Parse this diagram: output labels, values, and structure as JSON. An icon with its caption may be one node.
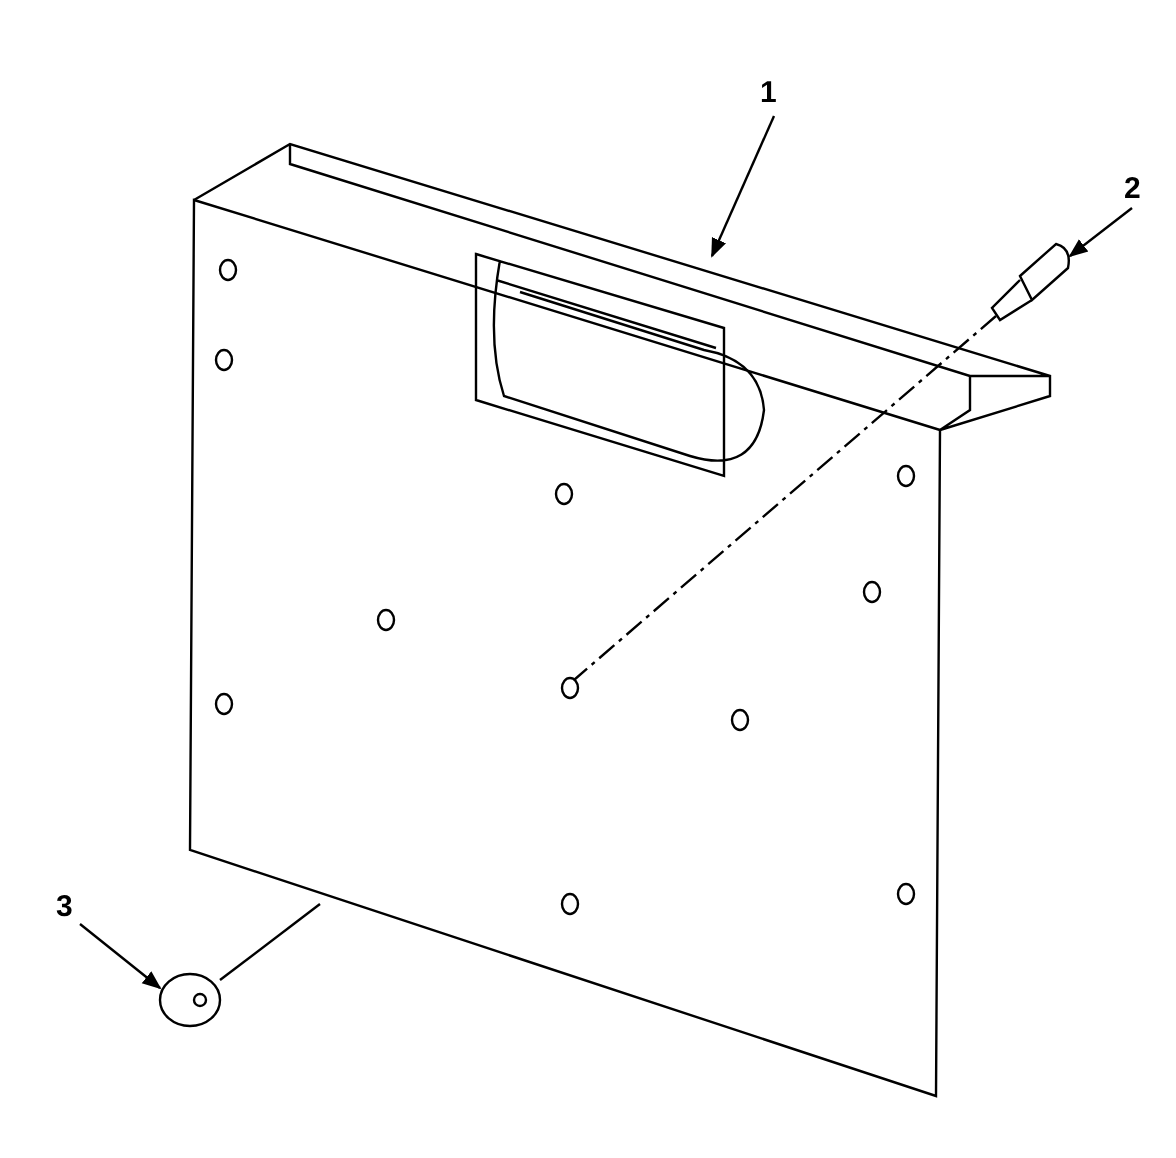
{
  "diagram": {
    "nodes": [
      {
        "text": [
          "1"
        ]
      },
      {
        "text": [],
        "shape": "picture"
      },
      {
        "text": [
          "2"
        ]
      },
      {
        "text": [],
        "shape": "picture"
      },
      {
        "text": [
          "3"
        ]
      },
      {
        "text": [],
        "shape": "picture"
      }
    ],
    "edges": [
      {
        "from": 0,
        "to": 1,
        "arrow": "to"
      },
      {
        "from": 2,
        "to": 3,
        "arrow": "to"
      },
      {
        "from": 4,
        "to": 5,
        "arrow": "to"
      },
      {
        "from": 3,
        "to": 1,
        "arrow": "none",
        "style": "dashed"
      },
      {
        "from": 5,
        "to": 1,
        "arrow": "none"
      }
    ]
  }
}
